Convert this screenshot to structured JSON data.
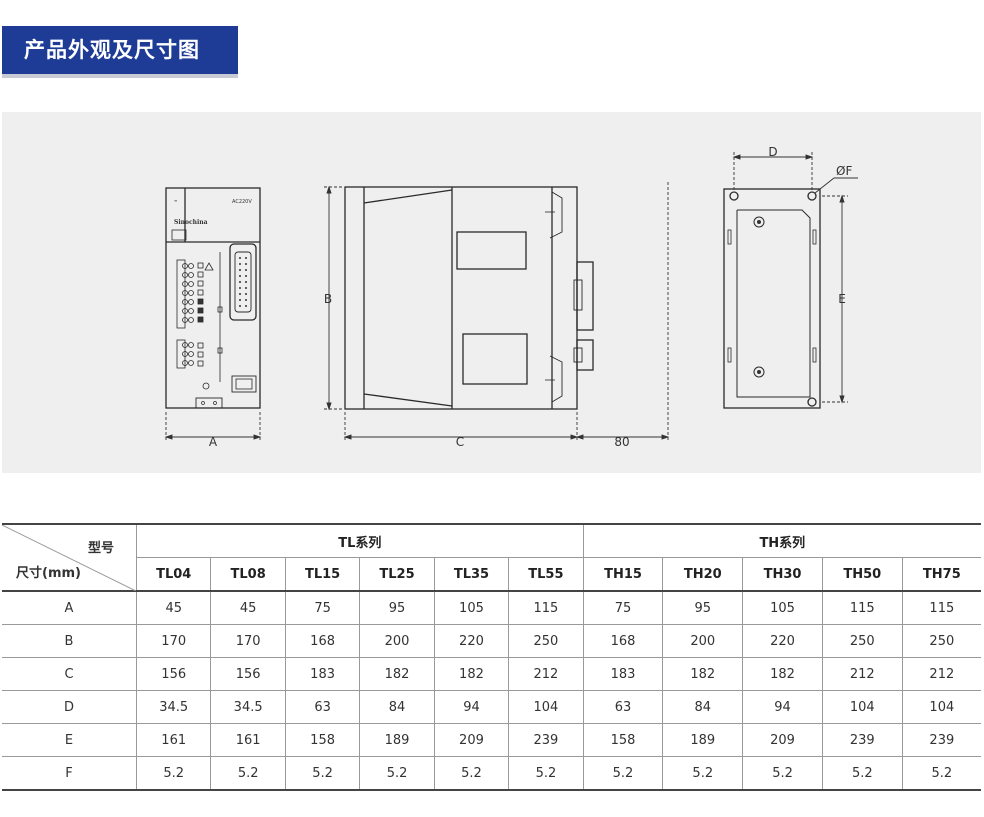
{
  "section_title": "产品外观及尺寸图",
  "drawing": {
    "dim_A": "A",
    "dim_B": "B",
    "dim_C": "C",
    "dim_clearance": "80",
    "dim_D": "D",
    "dim_E": "E",
    "dim_F": "ØF",
    "front_voltage": "AC220V"
  },
  "table": {
    "corner_top": "型号",
    "corner_bottom": "尺寸(mm)",
    "series": [
      {
        "name": "TL系列",
        "models": [
          "TL04",
          "TL08",
          "TL15",
          "TL25",
          "TL35",
          "TL55"
        ]
      },
      {
        "name": "TH系列",
        "models": [
          "TH15",
          "TH20",
          "TH30",
          "TH50",
          "TH75"
        ]
      }
    ],
    "rows": [
      {
        "label": "A",
        "values": [
          "45",
          "45",
          "75",
          "95",
          "105",
          "115",
          "75",
          "95",
          "105",
          "115",
          "115"
        ]
      },
      {
        "label": "B",
        "values": [
          "170",
          "170",
          "168",
          "200",
          "220",
          "250",
          "168",
          "200",
          "220",
          "250",
          "250"
        ]
      },
      {
        "label": "C",
        "values": [
          "156",
          "156",
          "183",
          "182",
          "182",
          "212",
          "183",
          "182",
          "182",
          "212",
          "212"
        ]
      },
      {
        "label": "D",
        "values": [
          "34.5",
          "34.5",
          "63",
          "84",
          "94",
          "104",
          "63",
          "84",
          "94",
          "104",
          "104"
        ]
      },
      {
        "label": "E",
        "values": [
          "161",
          "161",
          "158",
          "189",
          "209",
          "239",
          "158",
          "189",
          "209",
          "239",
          "239"
        ]
      },
      {
        "label": "F",
        "values": [
          "5.2",
          "5.2",
          "5.2",
          "5.2",
          "5.2",
          "5.2",
          "5.2",
          "5.2",
          "5.2",
          "5.2",
          "5.2"
        ]
      }
    ]
  }
}
